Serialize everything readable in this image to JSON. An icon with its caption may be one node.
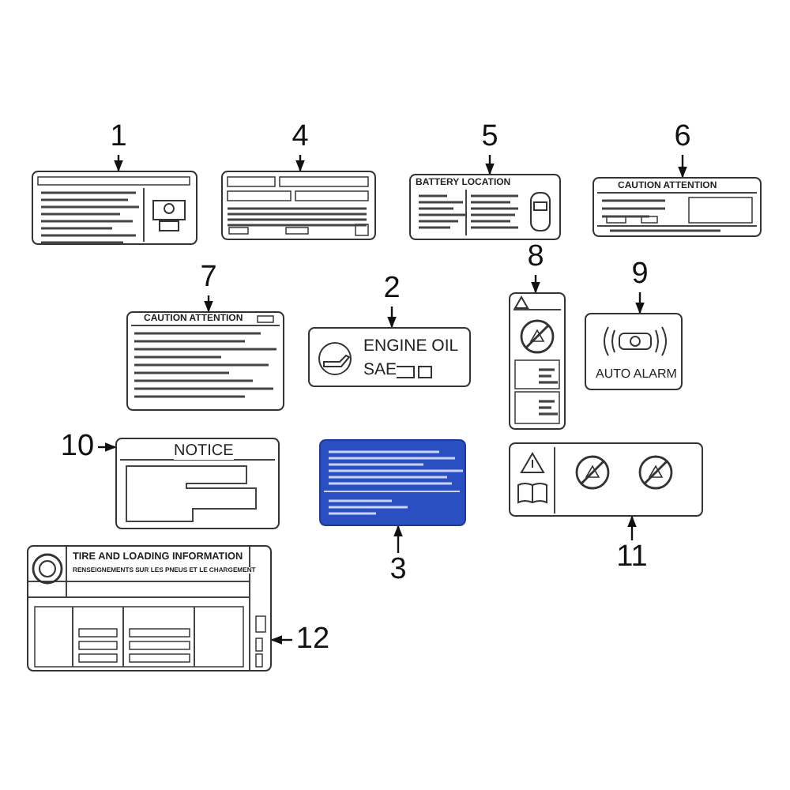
{
  "diagram": {
    "nodes": [
      {
        "text": [
          "1"
        ]
      },
      {
        "text": [],
        "shape": "box"
      },
      {
        "text": [
          "4"
        ]
      },
      {
        "text": [],
        "shape": "box"
      },
      {
        "text": [
          "5"
        ]
      },
      {
        "text": [
          "BATTERY LOCATION"
        ]
      },
      {
        "text": [
          "6"
        ]
      },
      {
        "text": [
          "CAUTION ATTENTION"
        ]
      },
      {
        "text": [
          "7"
        ]
      },
      {
        "text": [
          "CAUTION ATTENTION"
        ]
      },
      {
        "text": [
          "2"
        ]
      },
      {
        "text": [
          "ENGINE OIL",
          "SAE"
        ]
      },
      {
        "text": [
          "8"
        ]
      },
      {
        "text": [],
        "shape": "box"
      },
      {
        "text": [
          "9"
        ]
      },
      {
        "text": [
          "AUTO ALARM"
        ]
      },
      {
        "text": [
          "10"
        ]
      },
      {
        "text": [
          "NOTICE"
        ]
      },
      {
        "text": [
          "3"
        ]
      },
      {
        "text": [],
        "shape": "box"
      },
      {
        "text": [
          "11"
        ]
      },
      {
        "text": [],
        "shape": "box"
      },
      {
        "text": [
          "12"
        ]
      },
      {
        "text": [
          "TIRE AND LOADING INFORMATION",
          "RENSEIGNEMENTS SUR LES PNEUS ET LE CHARGEMENT"
        ]
      }
    ],
    "edges": [
      {
        "from": 0,
        "to": 1,
        "arrow": "to"
      },
      {
        "from": 2,
        "to": 3,
        "arrow": "to"
      },
      {
        "from": 4,
        "to": 5,
        "arrow": "to"
      },
      {
        "from": 6,
        "to": 7,
        "arrow": "to"
      },
      {
        "from": 8,
        "to": 9,
        "arrow": "to"
      },
      {
        "from": 10,
        "to": 11,
        "arrow": "to"
      },
      {
        "from": 12,
        "to": 13,
        "arrow": "to"
      },
      {
        "from": 14,
        "to": 15,
        "arrow": "to"
      },
      {
        "from": 16,
        "to": 17,
        "arrow": "to"
      },
      {
        "from": 18,
        "to": 19,
        "arrow": "to"
      },
      {
        "from": 20,
        "to": 21,
        "arrow": "to"
      },
      {
        "from": 22,
        "to": 23,
        "arrow": "to"
      }
    ]
  }
}
